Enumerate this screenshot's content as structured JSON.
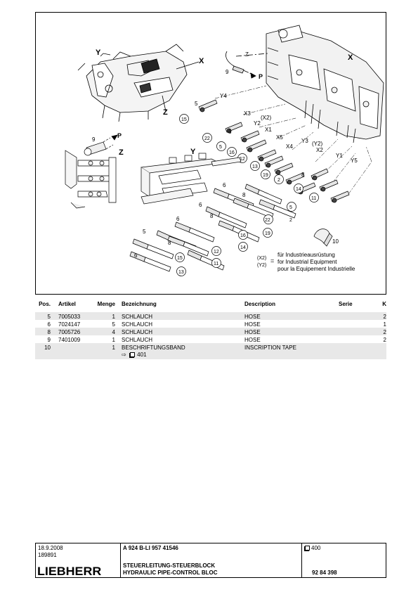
{
  "drawing": {
    "view_labels": {
      "x_top_left": "X",
      "y_top_left": "Y",
      "z_top_left": "Z",
      "x_right": "X",
      "y_center": "Y",
      "z_left": "Z"
    },
    "line_labels": [
      "Z",
      "P",
      "Y4",
      "X3",
      "(X2)",
      "Y2",
      "X1",
      "X5",
      "X4",
      "Y3",
      "(Y2)",
      "X2",
      "Y1",
      "Y5",
      "P"
    ],
    "position_callouts": [
      "9",
      "5",
      "15",
      "22",
      "6",
      "5",
      "16",
      "12",
      "13",
      "19",
      "2",
      "8",
      "14",
      "11",
      "9",
      "6",
      "8",
      "5",
      "2",
      "22",
      "19",
      "16",
      "14",
      "6",
      "8",
      "6",
      "12",
      "11",
      "5",
      "8",
      "15",
      "6",
      "13",
      "10"
    ],
    "legend": {
      "codes": [
        "(X2)",
        "(Y2)"
      ],
      "equals": "=",
      "lines": [
        "für Industrieausrüstung",
        "for Industrial Equipment",
        "pour la Equipement Industrielle"
      ]
    }
  },
  "table": {
    "headers": {
      "pos": "Pos.",
      "artikel": "Artikel",
      "menge": "Menge",
      "bezeichnung": "Bezeichnung",
      "description": "Description",
      "serie": "Serie",
      "k": "K"
    },
    "rows": [
      {
        "pos": "5",
        "artikel": "7005033",
        "menge": "1",
        "bezeichnung": "SCHLAUCH",
        "description": "HOSE",
        "serie": "",
        "k": "2"
      },
      {
        "pos": "6",
        "artikel": "7024147",
        "menge": "5",
        "bezeichnung": "SCHLAUCH",
        "description": "HOSE",
        "serie": "",
        "k": "1"
      },
      {
        "pos": "8",
        "artikel": "7005726",
        "menge": "4",
        "bezeichnung": "SCHLAUCH",
        "description": "HOSE",
        "serie": "",
        "k": "2"
      },
      {
        "pos": "9",
        "artikel": "7401009",
        "menge": "1",
        "bezeichnung": "SCHLAUCH",
        "description": "HOSE",
        "serie": "",
        "k": "2"
      },
      {
        "pos": "10",
        "artikel": "",
        "menge": "1",
        "bezeichnung": "BESCHRIFTUNGSBAND",
        "description": "INSCRIPTION TAPE",
        "serie": "",
        "k": ""
      }
    ],
    "reference": {
      "arrow": "⇨",
      "page": "401"
    }
  },
  "footer": {
    "date": "18.9.2008",
    "code": "189891",
    "logo": "LIEBHERR",
    "model_line": "A  924  B-LI  957  41546",
    "title_de": "STEUERLEITUNG-STEUERBLOCK",
    "title_en": "HYDRAULIC PIPE-CONTROL BLOC",
    "page": "400",
    "doc_number": "92 84 398"
  }
}
